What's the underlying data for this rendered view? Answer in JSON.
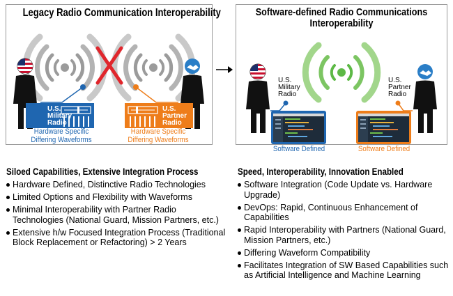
{
  "left_panel": {
    "title": "Legacy Radio Communication Interoperability",
    "military_radio_label": [
      "U.S.",
      "Military",
      "Radio"
    ],
    "partner_radio_label": [
      "U.S.",
      "Partner",
      "Radio"
    ],
    "military_caption": [
      "Hardware Specific",
      "Differing Waveforms"
    ],
    "partner_caption": [
      "Hardware Specific",
      "Differing Waveforms"
    ]
  },
  "right_panel": {
    "title_line1": "Software-defined Radio Communications",
    "title_line2": "Interoperability",
    "military_radio_label": [
      "U.S.",
      "Military",
      "Radio"
    ],
    "partner_radio_label": [
      "U.S.",
      "Partner",
      "Radio"
    ],
    "military_caption": "Software Defined",
    "partner_caption": "Software Defined"
  },
  "left_section": {
    "title": "Siloed Capabilities, Extensive Integration Process",
    "bullets": [
      "Hardware Defined, Distinctive Radio Technologies",
      "Limited Options and Flexibility with Waveforms",
      "Minimal Interoperability with Partner Radio Technologies (National Guard, Mission Partners, etc.)",
      "Extensive h/w Focused Integration Process (Traditional Block Replacement or Refactoring) > 2 Years"
    ]
  },
  "right_section": {
    "title": "Speed, Interoperability, Innovation Enabled",
    "bullets": [
      "Software Integration (Code Update vs. Hardware Upgrade)",
      "DevOps: Rapid, Continuous Enhancement of Capabilities",
      "Rapid Interoperability with Partners (National Guard, Mission Partners, etc.)",
      "Differing Waveform Compatibility",
      "Facilitates Integration of SW Based Capabilities such as Artificial Intelligence and Machine Learning"
    ]
  },
  "colors": {
    "military_blue": "#1f66b0",
    "partner_orange": "#ee7d1a",
    "signal_green": "#5db946",
    "signal_gray": "#9b9b9b",
    "x_red": "#e0262c"
  }
}
